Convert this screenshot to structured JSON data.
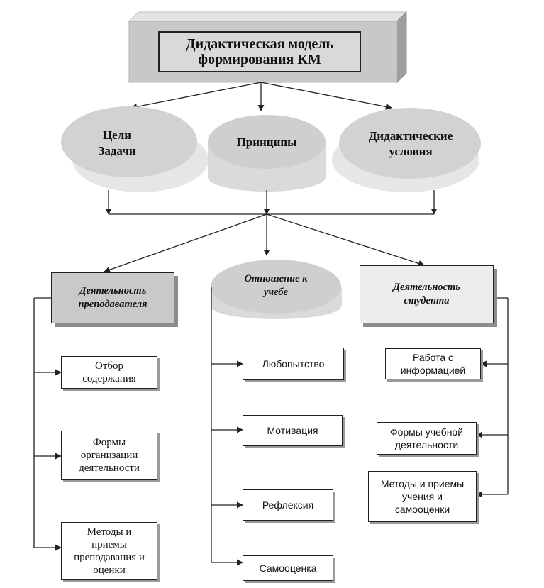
{
  "title": {
    "line1": "Дидактическая модель",
    "line2": "формирования КМ"
  },
  "ovals": {
    "goals": {
      "line1": "Цели",
      "line2": "Задачи"
    },
    "principles": {
      "line1": "Принципы"
    },
    "conditions": {
      "line1": "Дидактические",
      "line2": "условия"
    }
  },
  "columns": {
    "teacher": {
      "header_line1": "Деятельность",
      "header_line2": "преподавателя",
      "items": [
        {
          "lines": [
            "Отбор",
            "содержания"
          ]
        },
        {
          "lines": [
            "Формы",
            "организации",
            "деятельности"
          ]
        },
        {
          "lines": [
            "Методы и",
            "приемы",
            "преподавания и",
            "оценки"
          ]
        }
      ]
    },
    "attitude": {
      "header_line1": "Отношение к",
      "header_line2": "учебе",
      "items": [
        {
          "lines": [
            "Любопытство"
          ]
        },
        {
          "lines": [
            "Мотивация"
          ]
        },
        {
          "lines": [
            "Рефлексия"
          ]
        },
        {
          "lines": [
            "Самооценка"
          ]
        }
      ]
    },
    "student": {
      "header_line1": "Деятельность",
      "header_line2": "студента",
      "items": [
        {
          "lines": [
            "Работа с",
            "информацией"
          ]
        },
        {
          "lines": [
            "Формы учебной",
            "деятельности"
          ]
        },
        {
          "lines": [
            "Методы и приемы",
            "учения и",
            "самооценки"
          ]
        }
      ]
    }
  },
  "colors": {
    "title_block": "#c8c8c8",
    "oval_fill": "#d4d4d4",
    "oval_shadow": "#e6e6e6",
    "teacher_header_fill": "#c9c9c9",
    "student_header_fill": "#ededed",
    "line": "#222222"
  }
}
